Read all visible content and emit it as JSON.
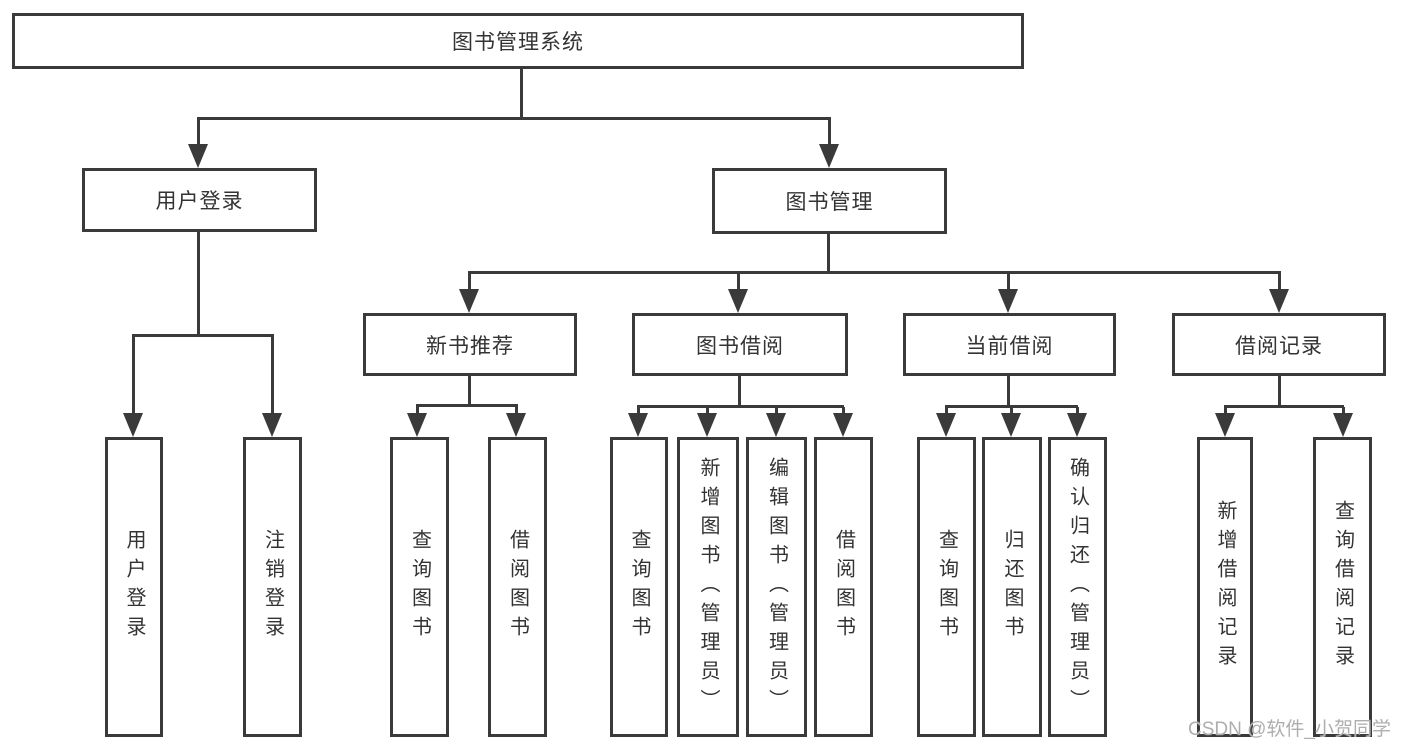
{
  "diagram": {
    "type": "hierarchy-tree",
    "title": "图书管理系统",
    "nodes": {
      "root": "图书管理系统",
      "user_login": "用户登录",
      "book_mgmt": "图书管理",
      "new_book_rec": "新书推荐",
      "book_borrow": "图书借阅",
      "current_borrow": "当前借阅",
      "borrow_record": "借阅记录",
      "leaf_user_login": "用户登录",
      "leaf_logout": "注销登录",
      "leaf_query_book_a": "查询图书",
      "leaf_borrow_book_a": "借阅图书",
      "leaf_query_book_b": "查询图书",
      "leaf_add_book_admin": "新增图书（管理员）",
      "leaf_edit_book_admin": "编辑图书（管理员）",
      "leaf_borrow_book_b": "借阅图书",
      "leaf_query_book_c": "查询图书",
      "leaf_return_book": "归还图书",
      "leaf_confirm_return_admin": "确认归还（管理员）",
      "leaf_add_borrow_record": "新增借阅记录",
      "leaf_query_borrow_record": "查询借阅记录"
    },
    "structure": [
      {
        "parent": "图书管理系统",
        "children": [
          "用户登录",
          "图书管理"
        ]
      },
      {
        "parent": "用户登录",
        "children": [
          "用户登录",
          "注销登录"
        ]
      },
      {
        "parent": "图书管理",
        "children": [
          "新书推荐",
          "图书借阅",
          "当前借阅",
          "借阅记录"
        ]
      },
      {
        "parent": "新书推荐",
        "children": [
          "查询图书",
          "借阅图书"
        ]
      },
      {
        "parent": "图书借阅",
        "children": [
          "查询图书",
          "新增图书（管理员）",
          "编辑图书（管理员）",
          "借阅图书"
        ]
      },
      {
        "parent": "当前借阅",
        "children": [
          "查询图书",
          "归还图书",
          "确认归还（管理员）"
        ]
      },
      {
        "parent": "借阅记录",
        "children": [
          "新增借阅记录",
          "查询借阅记录"
        ]
      }
    ]
  },
  "watermark": "CSDN @软件_小贺同学",
  "colors": {
    "line": "#3a3a3a",
    "text": "#333333",
    "watermark": "#aeaeae",
    "background": "#ffffff"
  }
}
